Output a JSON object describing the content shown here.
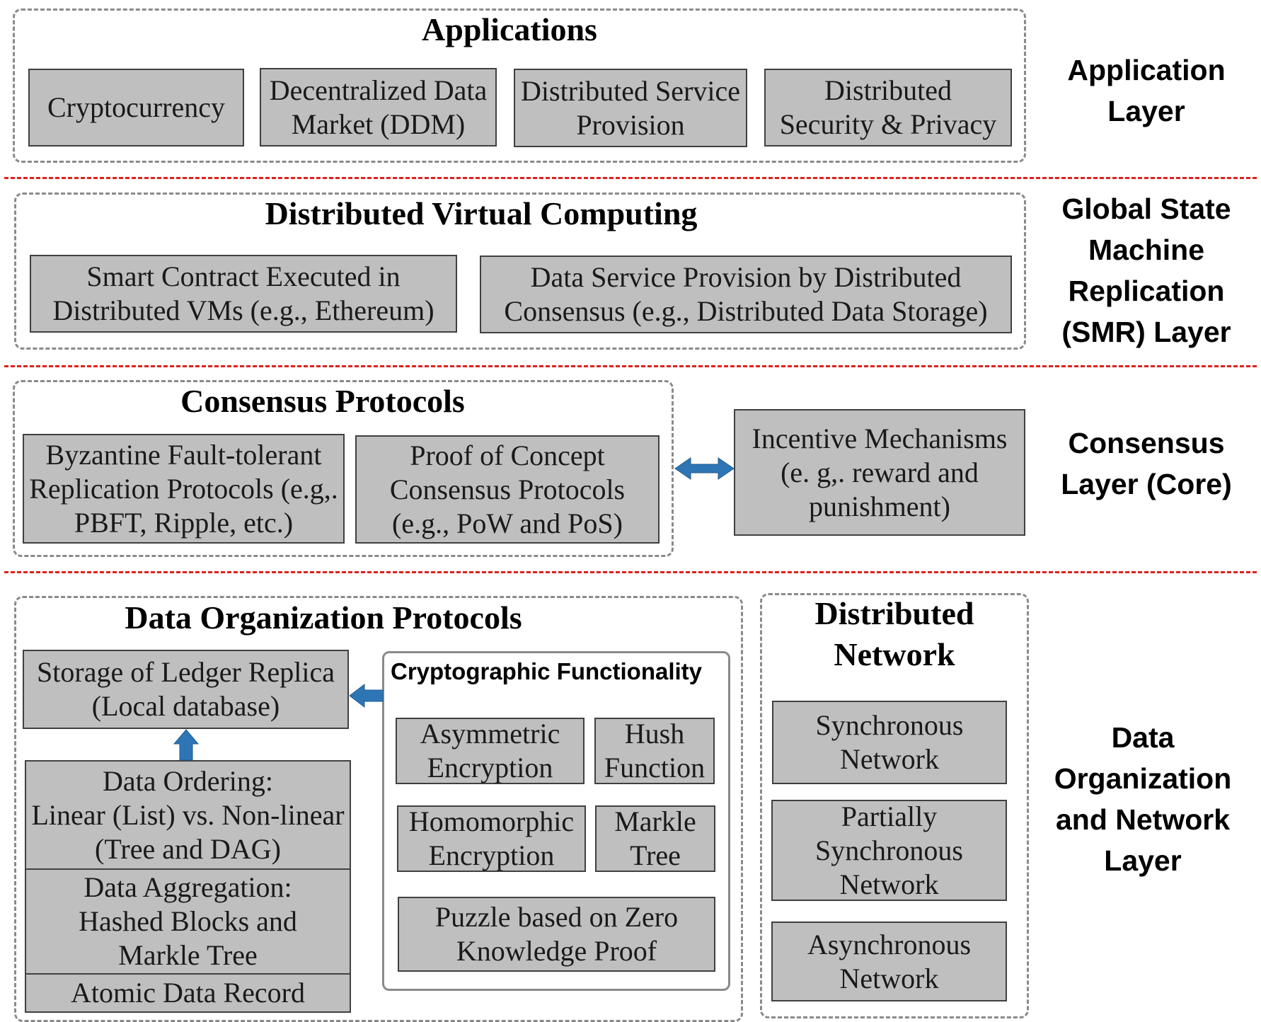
{
  "colors": {
    "box_fill": "#bfbfbf",
    "box_border": "#404040",
    "group_border": "#8a8a8a",
    "divider": "#e0201c",
    "arrow": "#2e75b6"
  },
  "applications": {
    "title": "Applications",
    "items": [
      "Cryptocurrency",
      "Decentralized Data\nMarket (DDM)",
      "Distributed Service\nProvision",
      "Distributed\nSecurity & Privacy"
    ]
  },
  "dvc": {
    "title": "Distributed Virtual Computing",
    "items": [
      "Smart Contract Executed in\nDistributed VMs (e.g., Ethereum)",
      "Data Service Provision by Distributed\nConsensus (e.g., Distributed Data Storage)"
    ]
  },
  "consensus": {
    "title": "Consensus Protocols",
    "items": [
      "Byzantine Fault-tolerant\nReplication Protocols (e.g,.\nPBFT, Ripple, etc.)",
      "Proof of Concept\nConsensus Protocols\n(e.g., PoW and PoS)"
    ],
    "incentive": "Incentive Mechanisms\n(e. g,. reward and\npunishment)"
  },
  "data_org": {
    "title": "Data Organization Protocols",
    "storage": "Storage of Ledger Replica\n(Local database)",
    "ordering": "Data Ordering:\nLinear (List) vs. Non-linear\n(Tree and DAG)",
    "aggregation": "Data Aggregation:\nHashed Blocks and\nMarkle Tree",
    "atomic": "Atomic Data Record",
    "crypto": {
      "title": "Cryptographic Functionality",
      "items": {
        "asymmetric": "Asymmetric\nEncryption",
        "hush": "Hush\nFunction",
        "homomorphic": "Homomorphic\nEncryption",
        "markle": "Markle\nTree",
        "puzzle": "Puzzle based on Zero\nKnowledge Proof"
      }
    }
  },
  "network": {
    "title": "Distributed\nNetwork",
    "items": [
      "Synchronous\nNetwork",
      "Partially\nSynchronous\nNetwork",
      "Asynchronous\nNetwork"
    ]
  },
  "layers": {
    "application": "Application\nLayer",
    "smr": "Global State\nMachine\nReplication\n(SMR) Layer",
    "consensus": "Consensus\nLayer (Core)",
    "data_network": "Data\nOrganization\nand Network\nLayer"
  }
}
